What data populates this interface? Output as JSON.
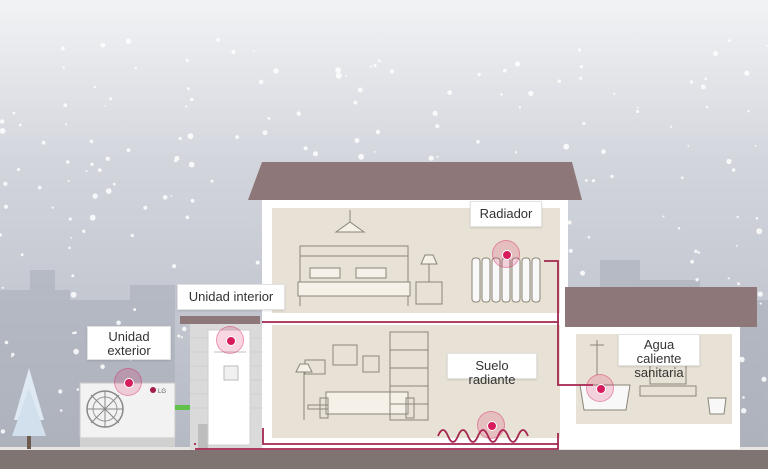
{
  "labels": {
    "radiator": "Radiador",
    "indoor_unit": "Unidad interior",
    "outdoor_unit_line1": "Unidad",
    "outdoor_unit_line2": "exterior",
    "floor_heating": "Suelo radiante",
    "hot_water_line1": "Agua caliente",
    "hot_water_line2": "sanitaria"
  },
  "outdoor_unit_brand": "LG",
  "colors": {
    "sky": "#b8bcc6",
    "roof": "#8d7779",
    "wall": "#ffffff",
    "room": "#e8e2d6",
    "pipe": "#a2264e",
    "hotspot": "#d61c5c",
    "ground": "#7f7471",
    "pipe_link": "#61c14a"
  }
}
